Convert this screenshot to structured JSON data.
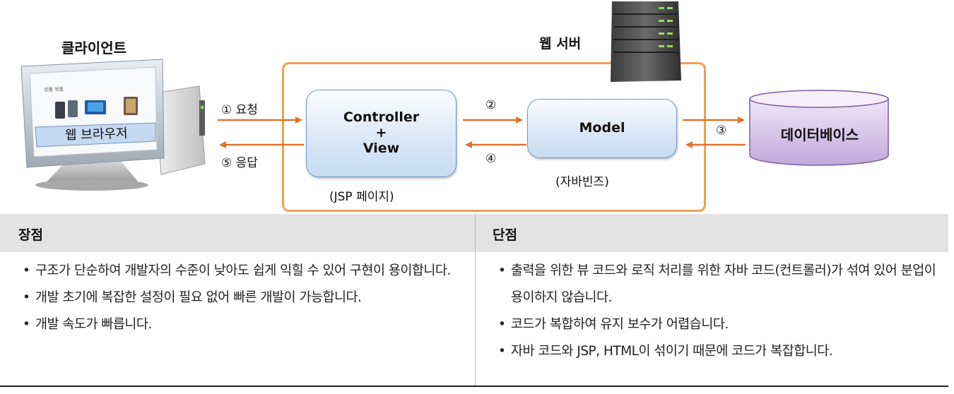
{
  "diagram": {
    "client_label": "클라이언트",
    "server_label": "웹 서버",
    "browser_label": "웹 브라우저",
    "browser_screen_title": "상품 목록",
    "request_label": "① 요청",
    "response_label": "⑤ 응답",
    "controller_view": {
      "line1": "Controller",
      "line2": "+",
      "line3": "View"
    },
    "jsp_label": "(JSP 페이지)",
    "model_label": "Model",
    "javabeans_label": "(자바빈즈)",
    "step2": "②",
    "step3": "③",
    "step4": "④",
    "database_label": "데이터베이스"
  },
  "comparison": {
    "pros_header": "장점",
    "cons_header": "단점",
    "pros": [
      "구조가 단순하여 개발자의 수준이 낮아도 쉽게 익힐 수 있어 구현이 용이합니다.",
      "개발 초기에 복잡한 설정이 필요 없어 빠른 개발이 가능합니다.",
      "개발 속도가 빠릅니다."
    ],
    "cons": [
      "출력을 위한 뷰 코드와 로직 처리를 위한 자바 코드(컨트롤러)가 섞여 있어 분업이 용이하지 않습니다.",
      "코드가 복합하여 유지 보수가 어렵습니다.",
      "자바 코드와 JSP, HTML이 섞이기 때문에 코드가 복잡합니다."
    ]
  },
  "colors": {
    "frame_orange": "#f0a050",
    "arrow_orange": "#e0742a",
    "box_blue": "#c7dbf2",
    "db_purple": "#cdb6e0",
    "header_gray": "#e3e3e3"
  }
}
